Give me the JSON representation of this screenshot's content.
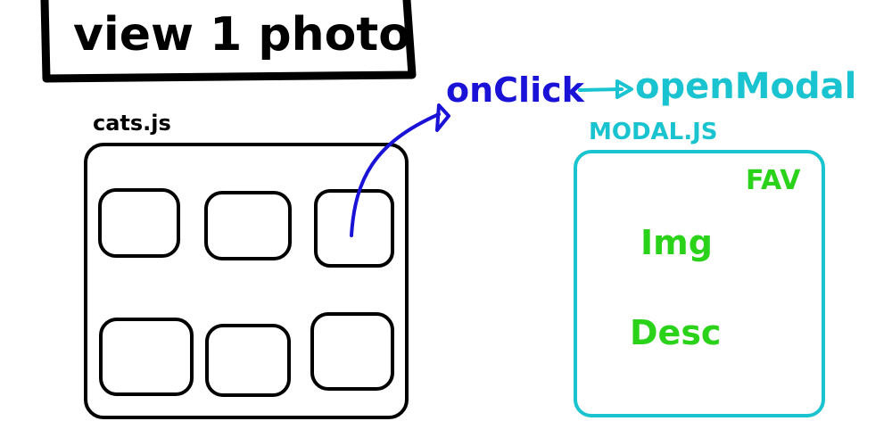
{
  "title": "view 1 photo",
  "grid_component": {
    "label": "cats.js",
    "thumbnail_count": 6
  },
  "event": {
    "label": "onClick",
    "target": "openModal"
  },
  "modal_component": {
    "label": "MODAL.JS",
    "items": {
      "fav": "FAV",
      "img": "Img",
      "desc": "Desc"
    }
  },
  "colors": {
    "ink": "#000000",
    "event": "#1a12d6",
    "modal": "#19c3cf",
    "modal_items": "#2bd21a"
  }
}
